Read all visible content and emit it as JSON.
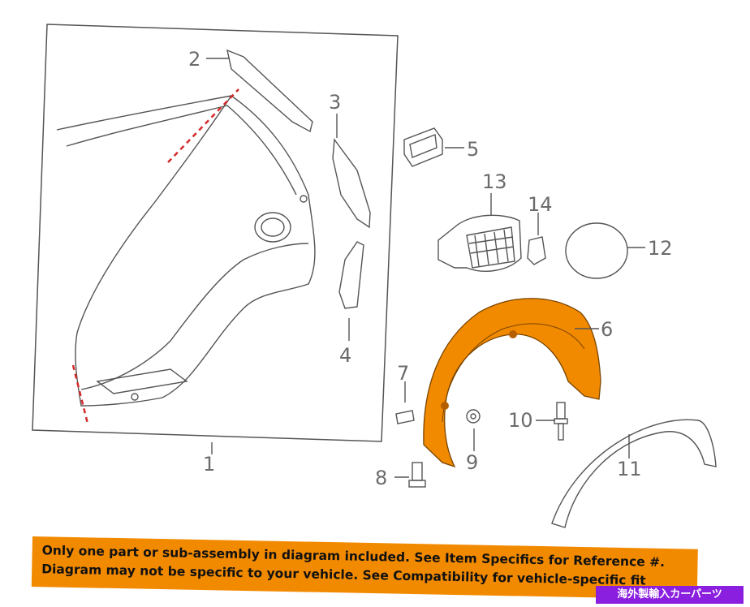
{
  "diagram": {
    "callouts": [
      "1",
      "2",
      "3",
      "4",
      "5",
      "6",
      "7",
      "8",
      "9",
      "10",
      "11",
      "12",
      "13",
      "14"
    ]
  },
  "disclaimer": {
    "line1": "Only one part or sub-assembly in diagram included. See Item Specifics for Reference #.",
    "line2": "Diagram may not be specific to your vehicle. See Compatibility for vehicle-specific fit"
  },
  "badge": {
    "text": "海外製輸入カーパーツ"
  },
  "colors": {
    "line": "#555555",
    "highlight_part": "#f28a00",
    "dashed_cut": "#d42a2a",
    "badge": "#8b1fe0"
  }
}
